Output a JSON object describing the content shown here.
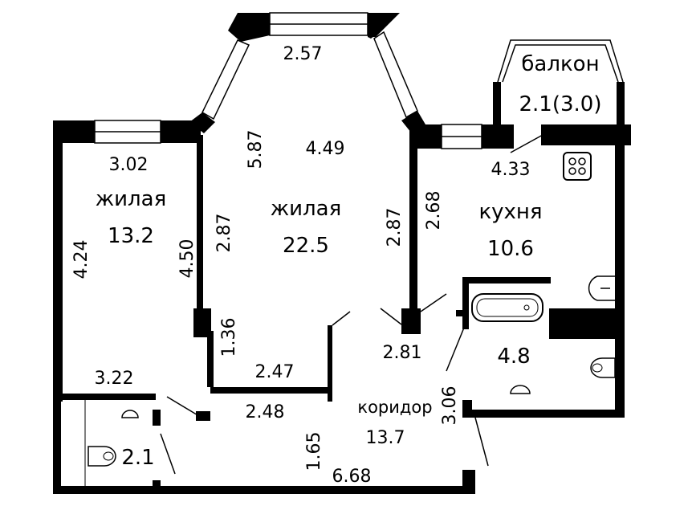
{
  "rooms": {
    "living_left": {
      "label": "жилая",
      "area": "13.2"
    },
    "living_main": {
      "label": "жилая",
      "area": "22.5"
    },
    "kitchen": {
      "label": "кухня",
      "area": "10.6"
    },
    "balcony": {
      "label": "балкон",
      "area": "2.1(3.0)"
    },
    "bathroom": {
      "area": "4.8"
    },
    "wc": {
      "area": "2.1"
    },
    "corridor": {
      "label": "коридор",
      "area": "13.7"
    }
  },
  "dimensions": {
    "bay_top": "2.57",
    "main_diag": "5.87",
    "main_width": "4.49",
    "left_width": "3.02",
    "left_height": "4.24",
    "left_inner": "4.50",
    "main_left": "2.87",
    "main_right": "2.87",
    "kitchen_left": "2.68",
    "kitchen_width": "4.33",
    "niche": "1.36",
    "niche_width": "2.47",
    "hall_width": "2.81",
    "corr_left_width": "3.22",
    "corr_upper": "2.48",
    "corr_height": "1.65",
    "corr_side": "3.06",
    "corr_bottom": "6.68"
  },
  "icons": [
    "stove-icon",
    "sink-icon",
    "bathtub-icon",
    "toilet-icon",
    "washbasin-icon"
  ]
}
